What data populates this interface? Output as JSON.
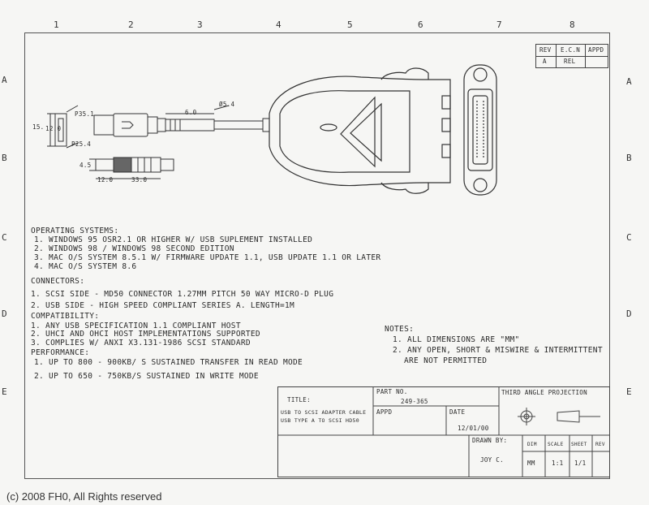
{
  "grid": {
    "columns_top": [
      "1",
      "2",
      "3",
      "4",
      "5",
      "6",
      "7",
      "8"
    ],
    "rows_right": [
      "A",
      "B",
      "C",
      "D",
      "E"
    ],
    "rows_left": [
      "A",
      "B",
      "C",
      "D",
      "E"
    ]
  },
  "revision": {
    "headers": [
      "REV",
      "E.C.N",
      "APPD"
    ],
    "values": [
      "A",
      "REL",
      ""
    ]
  },
  "dimensions": {
    "p35": "P35.1",
    "p254": "P25.4",
    "w12": "12.0",
    "w15": "15.",
    "len60": "6.0",
    "dia54": "Ø5.4",
    "h45": "4.5",
    "l120": "12.0",
    "l330": "33.0"
  },
  "operating_systems": {
    "heading": "OPERATING SYSTEMS:",
    "items": [
      "1. WINDOWS 95 OSR2.1 OR HIGHER W/ USB SUPLEMENT INSTALLED",
      "2. WINDOWS 98 / WINDOWS 98 SECOND EDITION",
      "3. MAC O/S SYSTEM 8.5.1 W/ FIRMWARE UPDATE 1.1, USB UPDATE 1.1 OR LATER",
      "4. MAC O/S SYSTEM 8.6"
    ]
  },
  "connectors": {
    "heading": "CONNECTORS:",
    "items": [
      "1. SCSI SIDE - MD50 CONNECTOR 1.27MM PITCH 50 WAY MICRO-D PLUG",
      "2. USB SIDE - HIGH SPEED COMPLIANT SERIES A. LENGTH=1M"
    ]
  },
  "compatibility": {
    "heading": "COMPATIBILITY:",
    "items": [
      "1. ANY USB SPECIFICATION 1.1 COMPLIANT HOST",
      "2. UHCI AND OHCI HOST IMPLEMENTATIONS SUPPORTED",
      "3. COMPLIES W/ ANXI X3.131-1986 SCSI STANDARD"
    ]
  },
  "performance": {
    "heading": "PERFORMANCE:",
    "items": [
      "1. UP TO 800 - 900KB/ S SUSTAINED TRANSFER IN READ MODE",
      "2. UP TO 650 - 750KB/S SUSTAINED IN WRITE MODE"
    ]
  },
  "notes": {
    "heading": "NOTES:",
    "items": [
      "1. ALL DIMENSIONS ARE \"MM\"",
      "2. ANY OPEN, SHORT & MISWIRE & INTERMITTENT",
      "ARE NOT PERMITTED"
    ]
  },
  "title_block": {
    "title_label": "TITLE:",
    "title_line1": "USB TO SCSI ADAPTER CABLE",
    "title_line2": "USB TYPE A TO SCSI HD50",
    "part_no_label": "PART NO.",
    "part_no": "249-365",
    "appd_label": "APPD",
    "date_label": "DATE",
    "date": "12/01/00",
    "projection_label": "THIRD ANGLE PROJECTION",
    "drawn_by_label": "DRAWN BY:",
    "drawn_by": "JOY C.",
    "dim_label": "DIM",
    "dim": "MM",
    "scale_label": "SCALE",
    "scale": "1:1",
    "sheet_label": "SHEET",
    "sheet": "1/1",
    "rev_label": "REV"
  },
  "copyright": "(c) 2008 FH0, All Rights reserved"
}
